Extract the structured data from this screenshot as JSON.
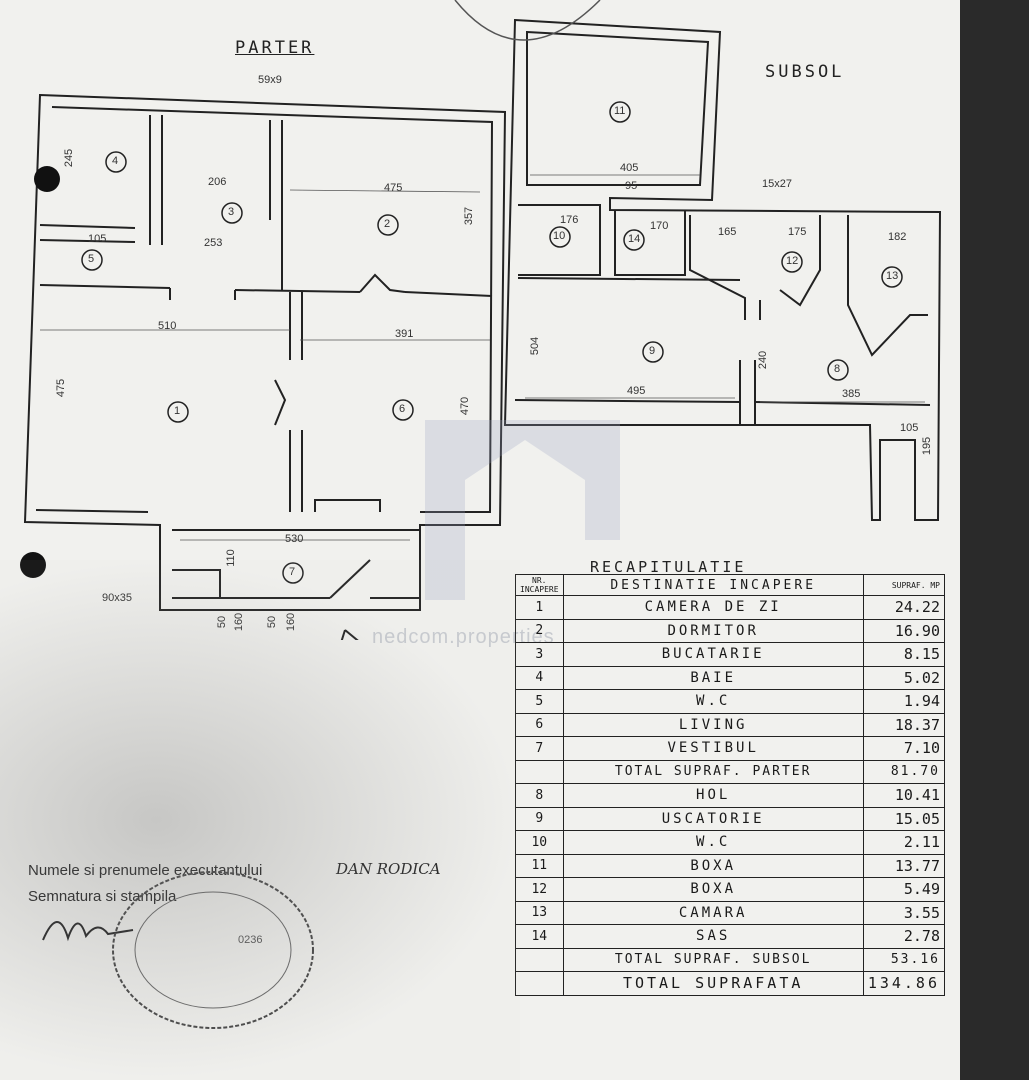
{
  "plan": {
    "parter_label": "PARTER",
    "subsol_label": "SUBSOL",
    "rooms_parter": [
      "1",
      "2",
      "3",
      "4",
      "5",
      "6",
      "7"
    ],
    "rooms_subsol": [
      "8",
      "9",
      "10",
      "11",
      "12",
      "13",
      "14"
    ],
    "dims": {
      "d59x9": "59x9",
      "d475a": "475",
      "d357": "357",
      "d510": "510",
      "d391": "391",
      "d470": "470",
      "d475b": "475",
      "d530": "530",
      "d253": "253",
      "d206": "206",
      "d105a": "105",
      "d245": "245",
      "d405": "405",
      "d95a": "95",
      "d176": "176",
      "d170": "170",
      "d165": "165",
      "d175": "175",
      "d182": "182",
      "d504": "504",
      "d495": "495",
      "d385": "385",
      "d240": "240",
      "d105b": "105",
      "d195": "195",
      "d15x27": "15x27",
      "d90x35": "90x35",
      "d50a": "50",
      "d160a": "160",
      "d50b": "50",
      "d160b": "160",
      "d110": "110"
    }
  },
  "recap": {
    "title": "RECAPITULATIE",
    "header": {
      "nr": "NR. INCAPERE",
      "dest": "DESTINATIE INCAPERE",
      "area": "SUPRAF. MP"
    },
    "rows": [
      {
        "nr": "1",
        "dest": "CAMERA DE ZI",
        "area": "24.22"
      },
      {
        "nr": "2",
        "dest": "DORMITOR",
        "area": "16.90"
      },
      {
        "nr": "3",
        "dest": "BUCATARIE",
        "area": "8.15"
      },
      {
        "nr": "4",
        "dest": "BAIE",
        "area": "5.02"
      },
      {
        "nr": "5",
        "dest": "W.C",
        "area": "1.94"
      },
      {
        "nr": "6",
        "dest": "LIVING",
        "area": "18.37"
      },
      {
        "nr": "7",
        "dest": "VESTIBUL",
        "area": "7.10"
      }
    ],
    "total_parter": {
      "label": "TOTAL SUPRAF. PARTER",
      "area": "81.70"
    },
    "rows_subsol": [
      {
        "nr": "8",
        "dest": "HOL",
        "area": "10.41"
      },
      {
        "nr": "9",
        "dest": "USCATORIE",
        "area": "15.05"
      },
      {
        "nr": "10",
        "dest": "W.C",
        "area": "2.11"
      },
      {
        "nr": "11",
        "dest": "BOXA",
        "area": "13.77"
      },
      {
        "nr": "12",
        "dest": "BOXA",
        "area": "5.49"
      },
      {
        "nr": "13",
        "dest": "CAMARA",
        "area": "3.55"
      },
      {
        "nr": "14",
        "dest": "SAS",
        "area": "2.78"
      }
    ],
    "total_subsol": {
      "label": "TOTAL SUPRAF. SUBSOL",
      "area": "53.16"
    },
    "total": {
      "label": "TOTAL SUPRAFATA",
      "area": "134.86"
    }
  },
  "signature": {
    "name_label": "Numele si prenumele executantului",
    "name_value": "DAN RODICA",
    "sig_label": "Semnatura si stampila",
    "stamp_id": "0236"
  },
  "watermark": "nedcom.properties"
}
